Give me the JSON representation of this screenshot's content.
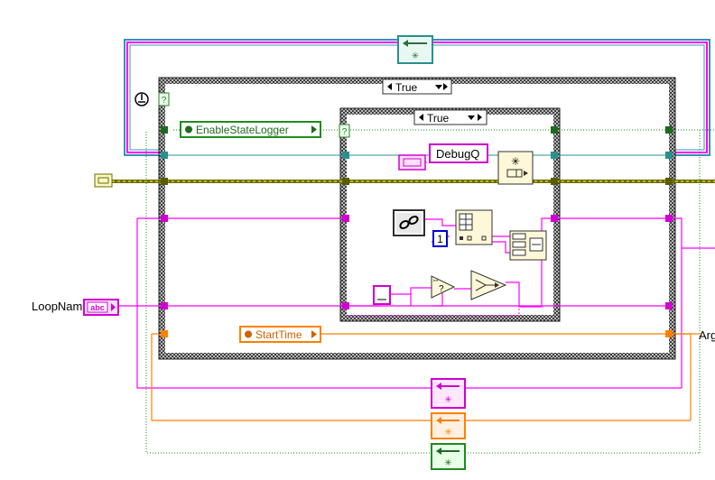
{
  "outer_case": {
    "selector_value": "True"
  },
  "inner_case": {
    "selector_value": "True"
  },
  "nodes": {
    "enable_state_logger": "EnableStateLogger",
    "debug_queue_const": "DebugQ",
    "loop_name_label": "LoopName",
    "loop_name_terminal": "abc",
    "start_time": "StartTime",
    "numeric_const": "1",
    "arg_label": "Arg",
    "boolean_indicator": "?"
  },
  "colors": {
    "boolean_wire": "#1e8c1e",
    "string_wire": "#ff00ff",
    "refnum_wire": "#8b8b00",
    "cluster_wire": "#ff8000",
    "loop_frame": "#3a8fb7",
    "shift_register_green": "#2e7d2e",
    "shift_register_magenta": "#d000d0"
  },
  "icons": [
    "shift-register-up-arrow-icon",
    "iteration-terminal-icon",
    "queue-refnum-icon",
    "enqueue-element-icon",
    "link-reference-icon",
    "build-array-icon",
    "bundle-by-name-icon",
    "select-function-icon",
    "compare-function-icon"
  ]
}
